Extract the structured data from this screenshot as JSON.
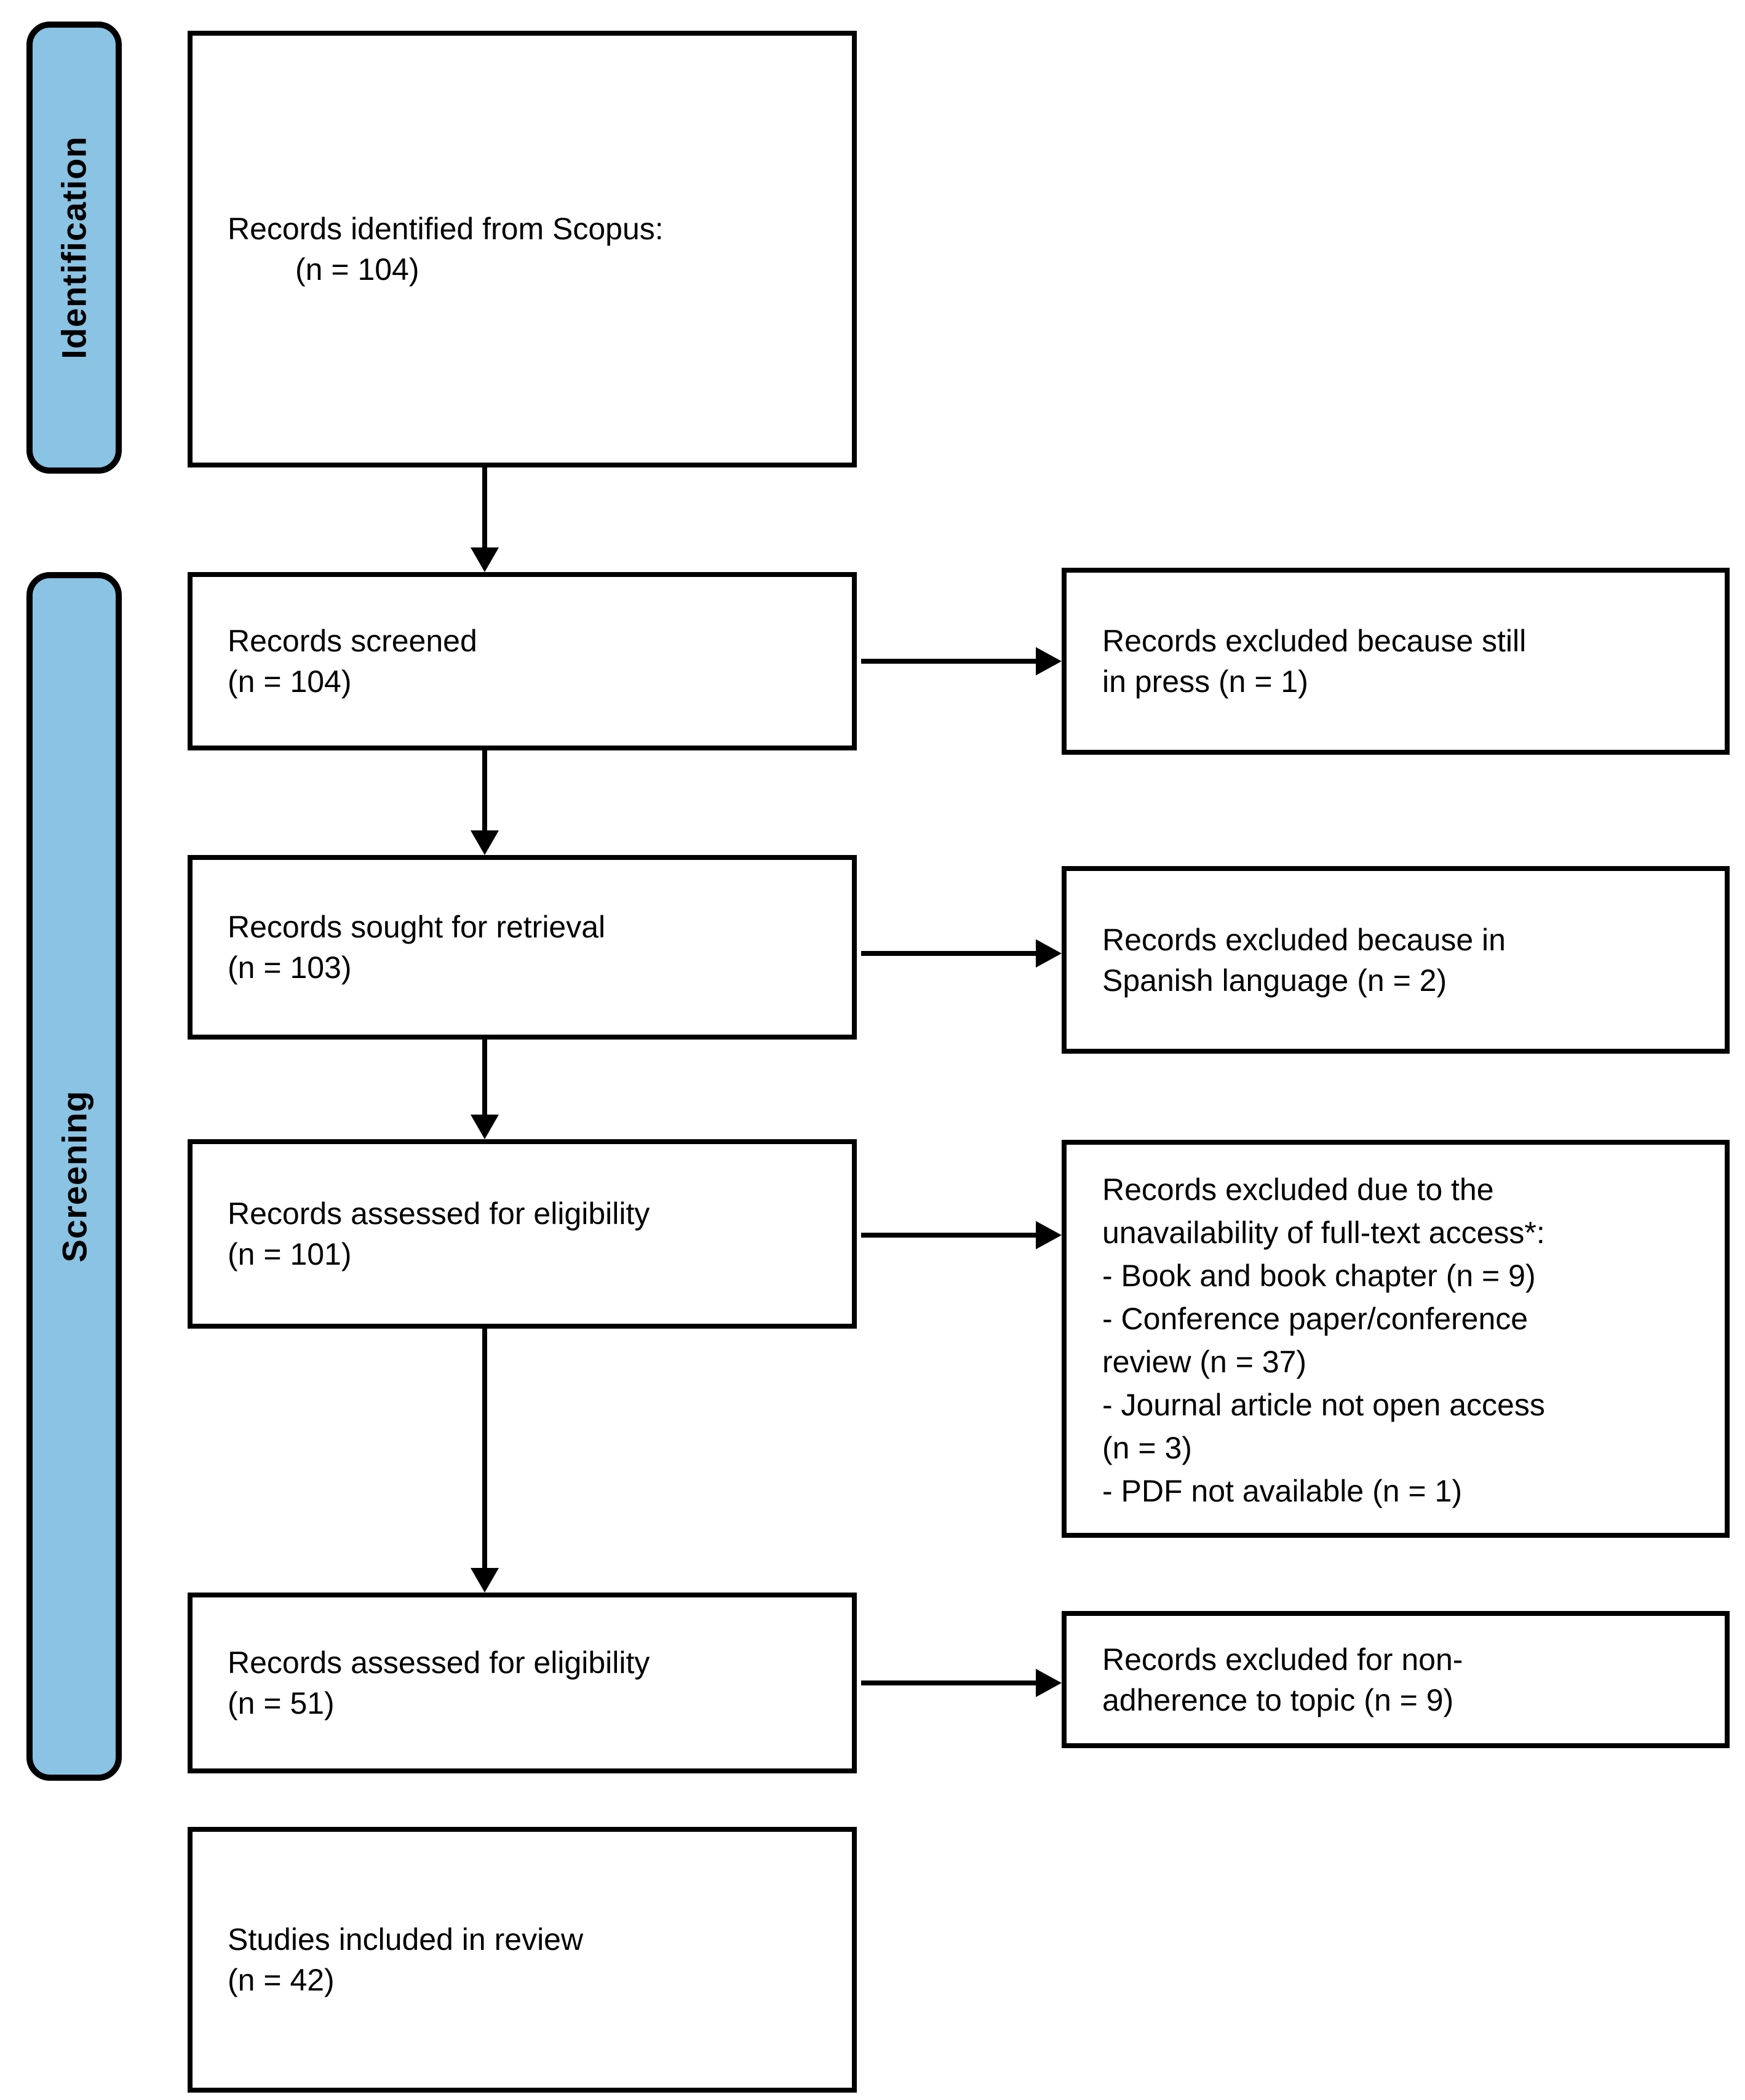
{
  "figure": {
    "type": "prisma-flow-diagram",
    "background": "#ffffff",
    "stage_fill": "#8AC3E3",
    "line_color": "#000000"
  },
  "stages": {
    "identification": "Identification",
    "screening": "Screening"
  },
  "boxes": {
    "identified": {
      "line1": "Records identified from Scopus:",
      "line2": "(n = 104)"
    },
    "screened": {
      "line1": "Records screened",
      "line2": "(n = 104)"
    },
    "sought": {
      "line1": "Records sought for retrieval",
      "line2": "(n = 103)"
    },
    "assessed1": {
      "line1": "Records assessed for eligibility",
      "line2": "(n = 101)"
    },
    "assessed2": {
      "line1": "Records assessed for eligibility",
      "line2": "(n = 51)"
    },
    "included": {
      "line1": "Studies included in review",
      "line2": "(n = 42)"
    }
  },
  "exclusions": {
    "in_press": {
      "line1": "Records excluded because still",
      "line2": "in press (n = 1)"
    },
    "spanish": {
      "line1": "Records excluded because in",
      "line2": "Spanish language (n = 2)"
    },
    "full_text": {
      "lines": [
        "Records excluded due to the",
        "unavailability of full-text access*:",
        "- Book and book chapter (n = 9)",
        "- Conference paper/conference",
        "review (n = 37)",
        "- Journal article not open access",
        "(n = 3)",
        "- PDF not available (n = 1)"
      ]
    },
    "non_adherence": {
      "line1": "Records excluded for non-",
      "line2": "adherence to topic (n = 9)"
    }
  }
}
